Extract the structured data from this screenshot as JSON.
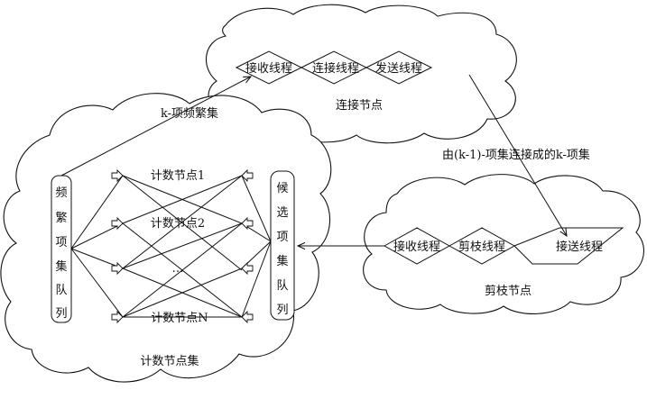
{
  "connect_cloud": {
    "threads": [
      "接收线程",
      "连接线程",
      "发送线程"
    ],
    "label": "连接节点"
  },
  "prune_cloud": {
    "threads": [
      "接收线程",
      "剪枝线程",
      "接送线程"
    ],
    "label": "剪枝节点"
  },
  "count_cloud": {
    "frequent_queue": [
      "频",
      "繁",
      "项",
      "集",
      "队",
      "列"
    ],
    "candidate_queue": [
      "候",
      "选",
      "项",
      "集",
      "队",
      "列"
    ],
    "count_nodes": [
      "计数节点1",
      "计数节点2",
      "…",
      "计数节点N"
    ],
    "label": "计数节点集"
  },
  "edge_labels": {
    "k_frequent": "k-项频繁集",
    "k_candidate": "由(k-1)-项集连接成的k-项集"
  }
}
